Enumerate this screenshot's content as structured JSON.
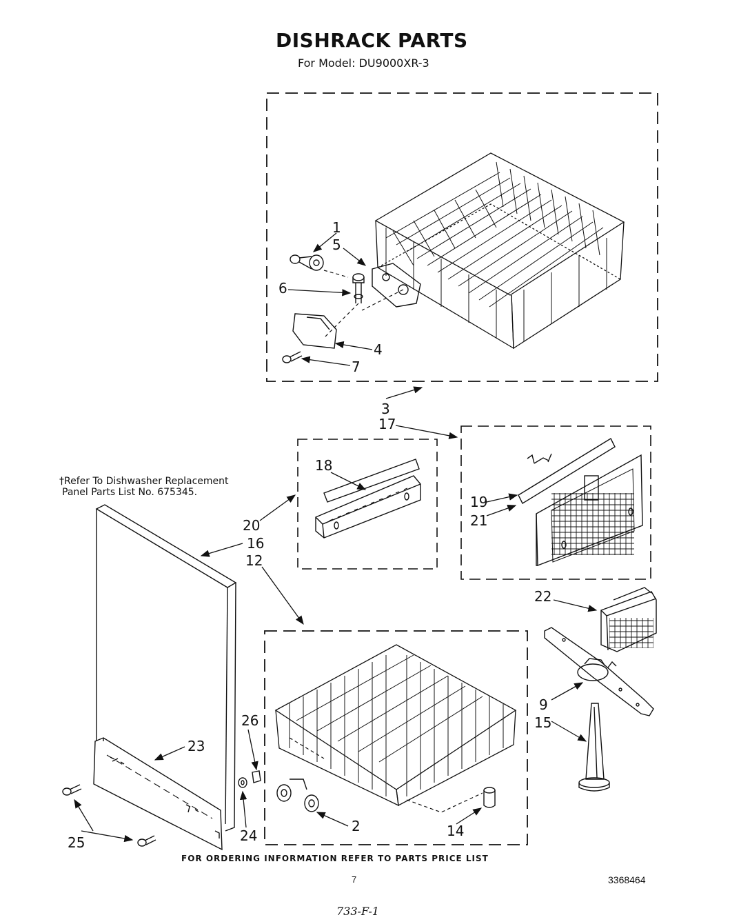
{
  "header": {
    "title": "DISHRACK PARTS",
    "subtitle": "For Model: DU9000XR-3"
  },
  "note": {
    "line1": "†Refer To Dishwasher Replacement",
    "line2": "Panel Parts List No. 675345."
  },
  "callouts": {
    "c1": "1",
    "c2": "2",
    "c3": "3",
    "c4": "4",
    "c5": "5",
    "c6": "6",
    "c7": "7",
    "c9": "9",
    "c12": "12",
    "c14": "14",
    "c15": "15",
    "c16": "16",
    "c17": "17",
    "c18": "18",
    "c19": "19",
    "c20": "20",
    "c21": "21",
    "c22": "22",
    "c23": "23",
    "c24": "24",
    "c25": "25",
    "c26": "26"
  },
  "footer": {
    "ordering": "FOR ORDERING INFORMATION REFER TO PARTS PRICE LIST",
    "page_number": "7",
    "document_number": "3368464",
    "handwritten": "733-F-1"
  }
}
